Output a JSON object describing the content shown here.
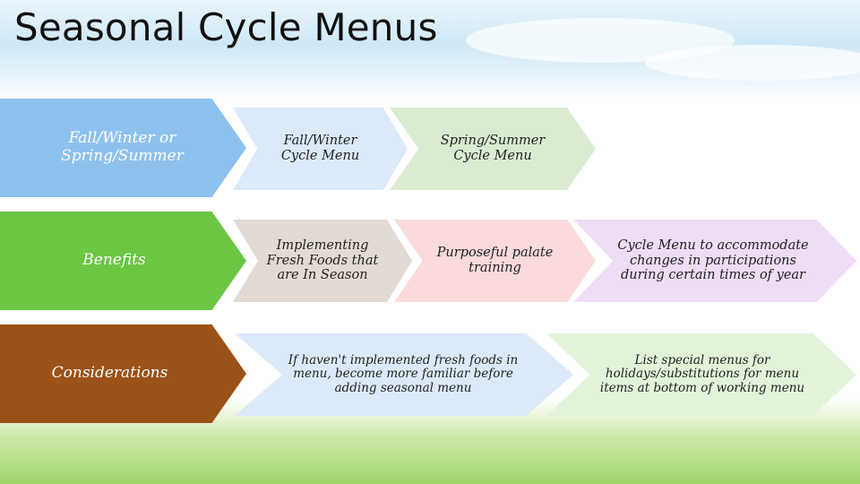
{
  "title": "Seasonal Cycle Menus",
  "colors": {
    "header_fall_winter": "#8ec1ee",
    "header_benefits": "#6cc644",
    "header_considerations": "#9b5219",
    "cell_blue": "#dce9f8",
    "cell_green": "#d9ecd2",
    "cell_taupe": "#e2dad3",
    "cell_pink": "#fadadb",
    "cell_lavender": "#eeddf4",
    "cell_mint": "#e2f3da"
  },
  "rows": [
    {
      "header": "Fall/Winter or Spring/Summer",
      "items": [
        "Fall/Winter Cycle Menu",
        "Spring/Summer Cycle Menu"
      ]
    },
    {
      "header": "Benefits",
      "items": [
        "Implementing Fresh Foods that are In Season",
        "Purposeful palate training",
        "Cycle Menu to accommodate changes in participations during certain times of year"
      ]
    },
    {
      "header": "Considerations",
      "items": [
        "If haven't implemented fresh foods in menu, become more familiar before adding seasonal menu",
        "List special menus for holidays/substitutions for menu items at bottom of working menu"
      ]
    }
  ]
}
